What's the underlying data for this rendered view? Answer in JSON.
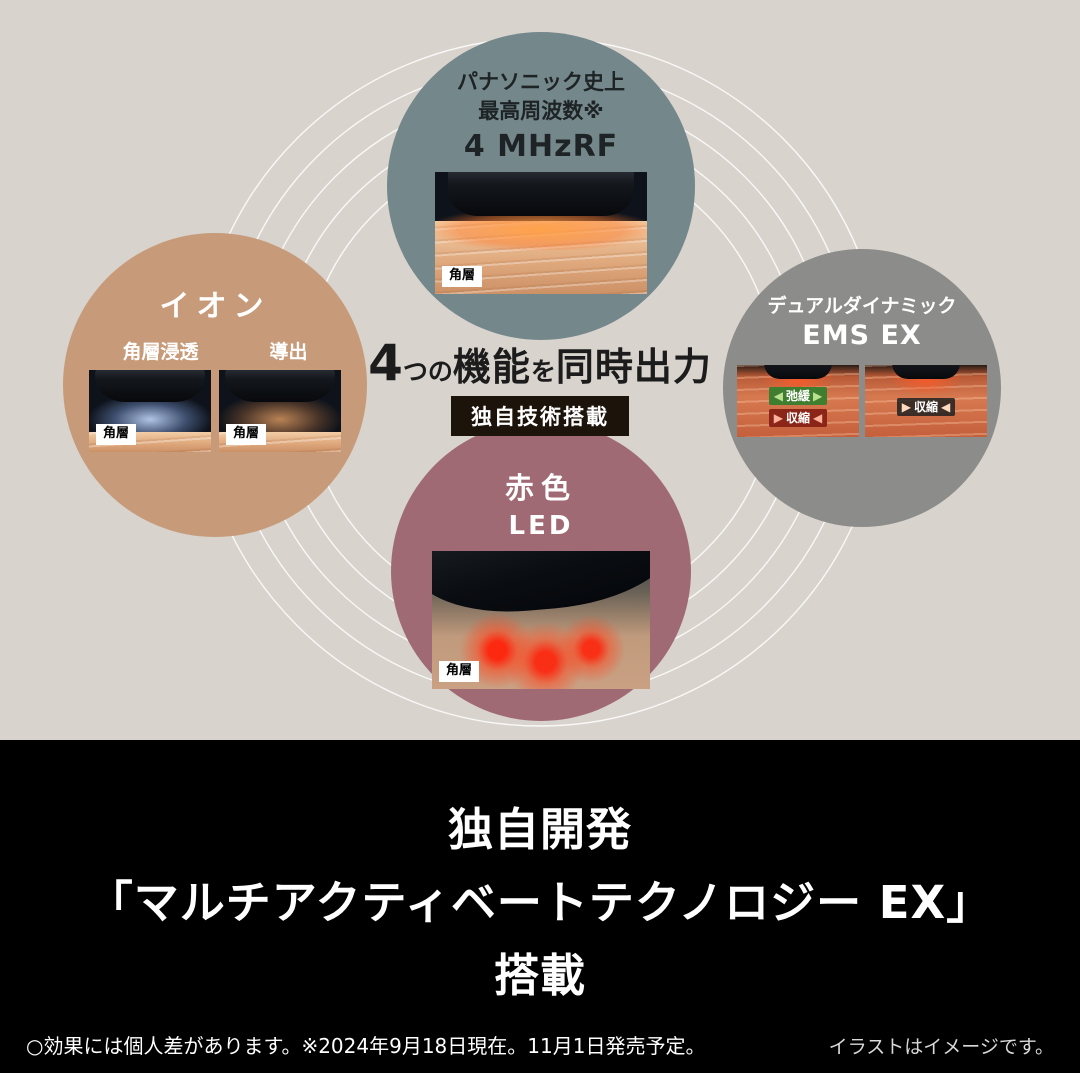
{
  "theme": {
    "background_top": "#d8d3cd",
    "background_bottom": "#000000",
    "circle_rf": "#74878b",
    "circle_ion": "#c79b7a",
    "circle_ems": "#8c8c8a",
    "circle_led": "#a06a74",
    "badge_background": "#1c130b",
    "headline_text": "#1c1c1c"
  },
  "rf_circle": {
    "line1": "パナソニック史上",
    "line2": "最高周波数※",
    "line3": "4 MHzRF",
    "image_label": "角層"
  },
  "ion_circle": {
    "title": "イオン",
    "mode_left": "角層浸透",
    "mode_right": "導出",
    "image_label_left": "角層",
    "image_label_right": "角層"
  },
  "ems_circle": {
    "line1": "デュアルダイナミック",
    "line2": "EMS EX",
    "relax_label": "弛緩",
    "contract_label_left": "収縮",
    "contract_label_right": "収縮"
  },
  "led_circle": {
    "line1": "赤色",
    "line2": "LED",
    "image_label": "角層"
  },
  "center": {
    "headline_num": "4",
    "headline_small_1": "つの",
    "headline_big_1": "機能",
    "headline_small_2": "を",
    "headline_big_2": "同時出力",
    "tech_badge": "独自技術搭載"
  },
  "bottom_section": {
    "line1": "独自開発",
    "line2": "「マルチアクティベートテクノロジー EX」",
    "line3": "搭載",
    "footnote_left": "○効果には個人差があります。※2024年9月18日現在。11月1日発売予定。",
    "footnote_right": "イラストはイメージです。"
  }
}
